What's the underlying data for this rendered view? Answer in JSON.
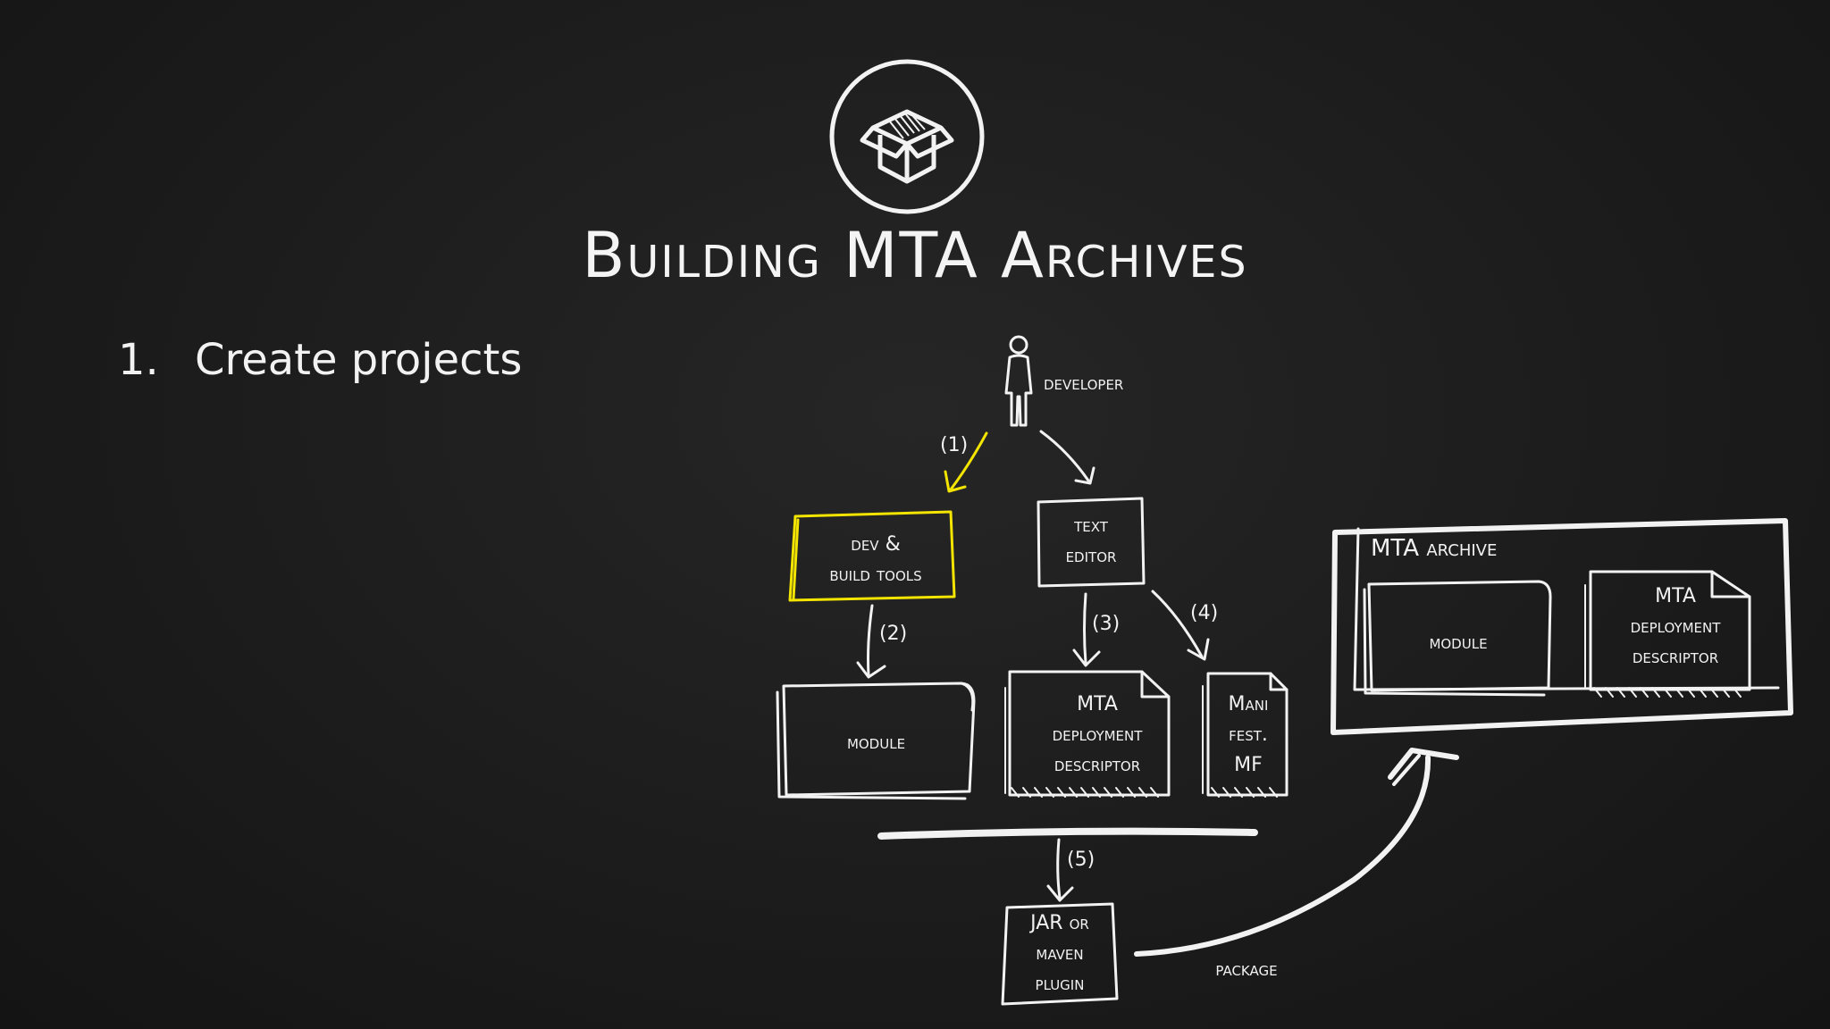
{
  "title": "Building MTA Archives",
  "list": [
    {
      "number": "1.",
      "text": "Create projects"
    }
  ],
  "diagram": {
    "developer_label": "developer",
    "nodes": {
      "dev_tools": "dev &\nbuild tools",
      "text_editor": "text\neditor",
      "module": "module",
      "descriptor": "MTA\ndeployment\ndescriptor",
      "manifest": "Mani\nfest.\nMF",
      "plugin": "JAR or\nmaven\nplugin",
      "archive_title": "MTA archive",
      "archive_module": "module",
      "archive_descriptor": "MTA\ndeployment\ndescriptor"
    },
    "steps": [
      "(1)",
      "(2)",
      "(3)",
      "(4)",
      "(5)"
    ],
    "package_label": "package"
  },
  "colors": {
    "background": "#1c1c1c",
    "chalk": "#f2f2f2",
    "highlight": "#f3e500"
  },
  "icons": [
    "box-icon",
    "person-icon"
  ]
}
